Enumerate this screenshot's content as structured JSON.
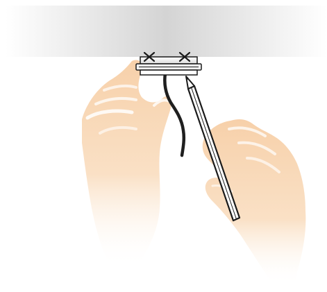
{
  "illustration": {
    "subject": [
      "ceiling",
      "mounting-bracket",
      "screw-mark",
      "screw-mark",
      "power-cable",
      "pencil",
      "left-hand",
      "right-hand"
    ],
    "colors": {
      "ceiling_light": "#ffffff",
      "ceiling_dark": "#d4d4d4",
      "skin": "#f6cba0",
      "skin_highlight": "#ffffff",
      "outline": "#1a1a1a",
      "cable": "#1f1f1f",
      "pencil_body": "#ffffff",
      "bracket_fill": "#f2f2f2"
    },
    "icons": {
      "screw_mark": "x-mark-icon",
      "pencil": "pencil-icon",
      "cable": "cable-icon"
    }
  }
}
